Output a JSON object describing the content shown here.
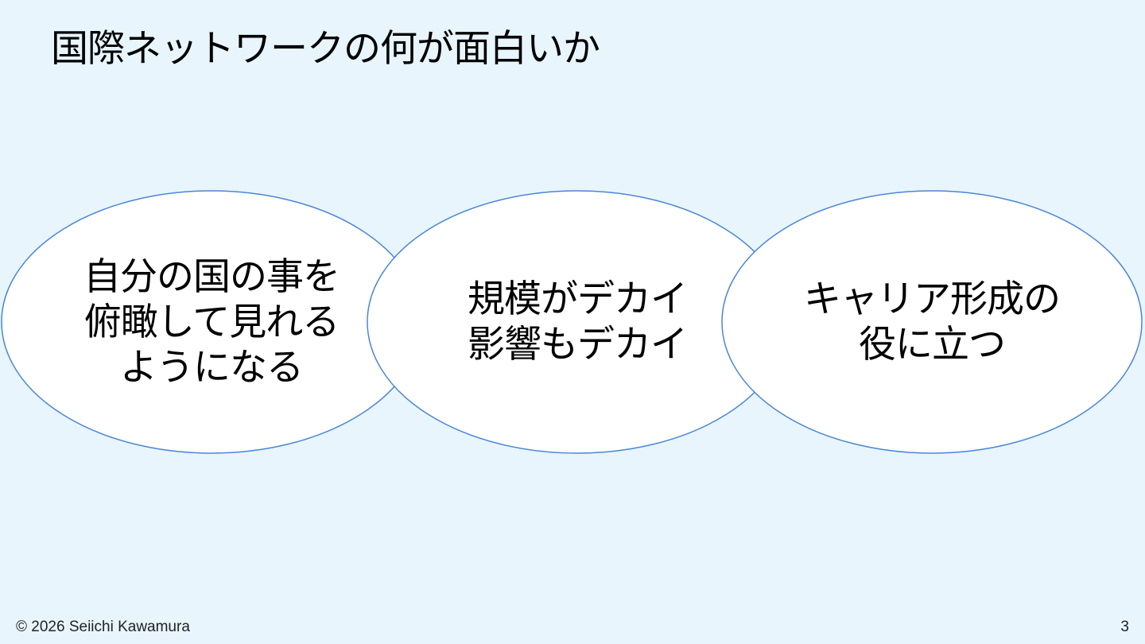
{
  "slide": {
    "title": "国際ネットワークの何が面白いか",
    "ellipses": [
      {
        "text": "自分の国の事を\n俯瞰して見れる\nようになる"
      },
      {
        "text": "規模がデカイ\n影響もデカイ"
      },
      {
        "text": "キャリア形成の\n役に立つ"
      }
    ],
    "ellipse_stroke_color": "#4a86d8",
    "ellipse_fill_color": "#ffffff",
    "background_color": "#e8f5fd"
  },
  "footer": {
    "copyright": "© 2026 Seiichi Kawamura",
    "page_number": "3"
  }
}
